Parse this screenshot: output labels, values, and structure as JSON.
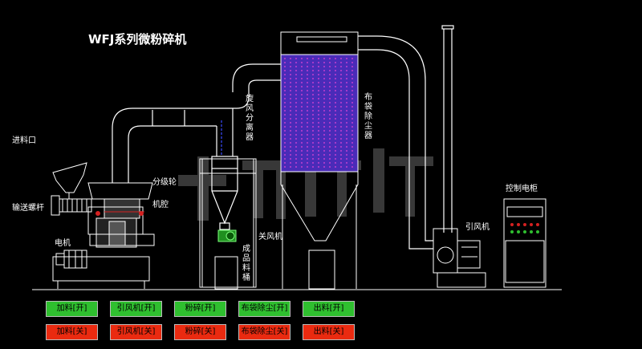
{
  "title": "WFJ系列微粉碎机",
  "labels": {
    "feed_port": "进料口",
    "classifier_wheel": "分级轮",
    "screw_conveyor": "输送螺杆",
    "machine_cavity": "机腔",
    "motor": "电机",
    "cyclone_separator": "旋风分离器",
    "air_lock": "关风机",
    "product_bin": "成品料桶",
    "bag_filter": "布袋除尘器",
    "induced_fan": "引风机",
    "control_cabinet": "控制电柜"
  },
  "watermark": "天顺机械",
  "buttons_on": [
    "加料[开]",
    "引风机[开]",
    "粉碎[开]",
    "布袋除尘[开]",
    "出料[开]"
  ],
  "buttons_off": [
    "加料[关]",
    "引风机[关]",
    "粉碎[关]",
    "布袋除尘[关]",
    "出料[关]"
  ],
  "colors": {
    "on_button": "#2fbf2f",
    "off_button": "#ea2a10",
    "bag_filter_fill": "#4a2bb8",
    "accent_red": "#d42020",
    "accent_green": "#2fbf2f"
  }
}
